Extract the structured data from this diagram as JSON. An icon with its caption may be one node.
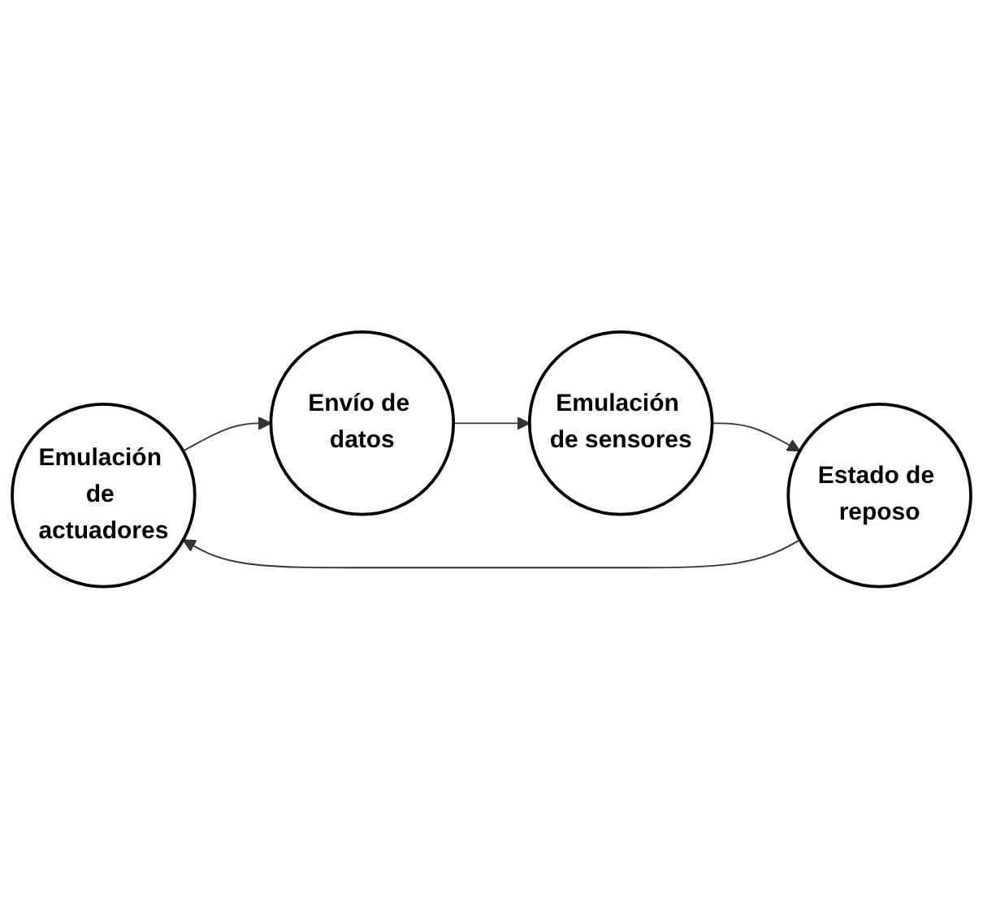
{
  "diagram": {
    "nodes": [
      {
        "text": [
          "Emulación de actuadores"
        ]
      },
      {
        "text": [
          "Envío de datos"
        ]
      },
      {
        "text": [
          "Emulación de sensores"
        ]
      },
      {
        "text": [
          "Estado de reposo"
        ]
      }
    ],
    "edges": [
      {
        "from": 0,
        "to": 1,
        "arrow": "to"
      },
      {
        "from": 1,
        "to": 2,
        "arrow": "to"
      },
      {
        "from": 2,
        "to": 3,
        "arrow": "to"
      },
      {
        "from": 3,
        "to": 0,
        "arrow": "to"
      }
    ]
  }
}
